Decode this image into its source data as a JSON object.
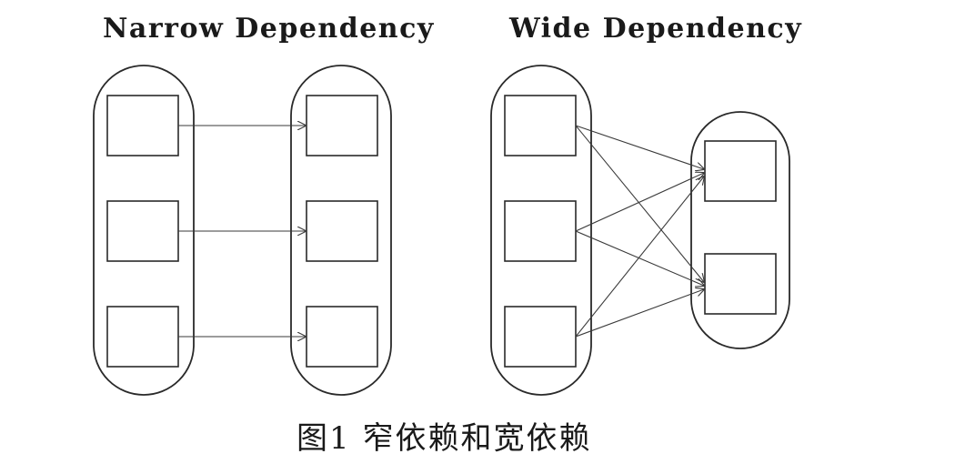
{
  "narrow": {
    "title": "Narrow Dependency"
  },
  "wide": {
    "title": "Wide Dependency"
  },
  "caption": "图1 窄依赖和宽依赖"
}
